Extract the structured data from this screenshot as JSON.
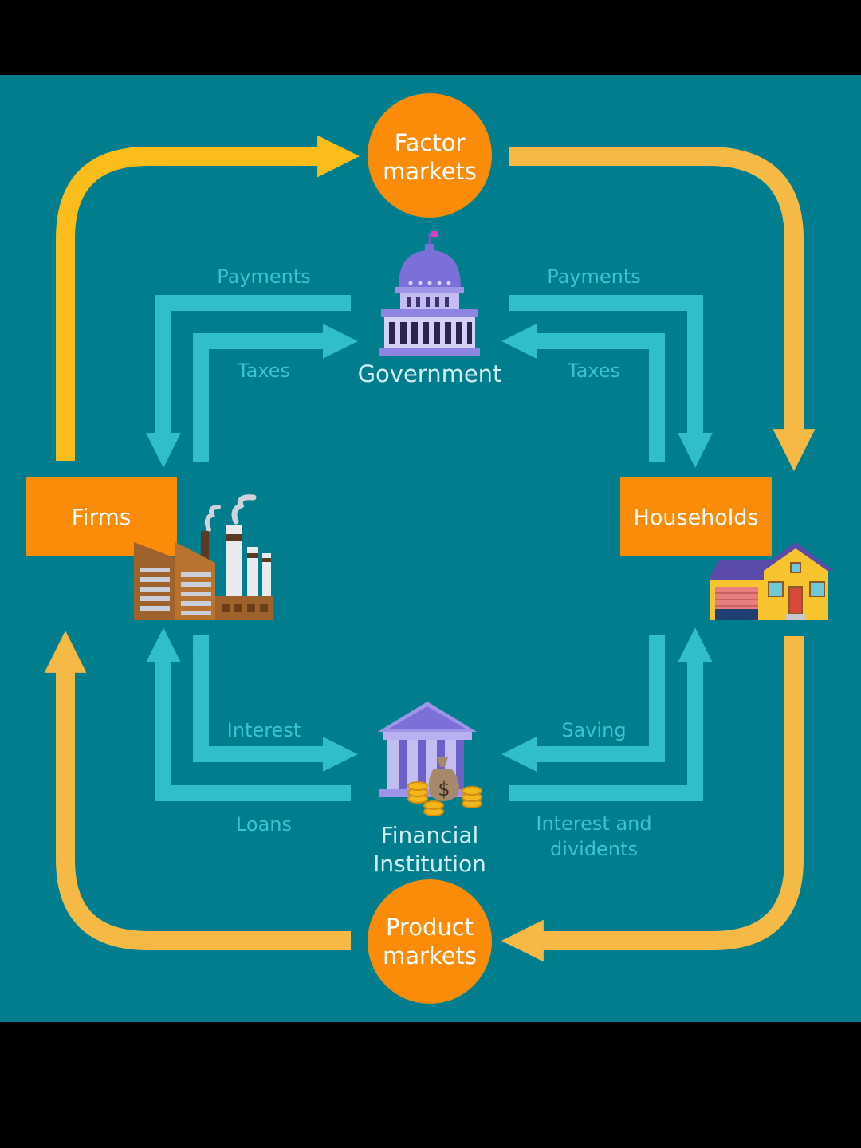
{
  "nodes": {
    "factor_markets": {
      "line1": "Factor",
      "line2": "markets"
    },
    "product_markets": {
      "line1": "Product",
      "line2": "markets"
    },
    "firms": "Firms",
    "households": "Households",
    "government": "Government",
    "financial_institution": {
      "line1": "Financial",
      "line2": "Institution"
    }
  },
  "flows": {
    "gov_payments_firms": "Payments",
    "gov_payments_households": "Payments",
    "firms_taxes": "Taxes",
    "households_taxes": "Taxes",
    "firms_interest": "Interest",
    "households_saving": "Saving",
    "firms_loans": "Loans",
    "households_interest_dividends": {
      "line1": "Interest and",
      "line2": "dividents"
    }
  },
  "colors": {
    "background": "#007e8e",
    "frame": "#000000",
    "market_orange": "#fb8c09",
    "box_orange": "#fb8c09",
    "flow_yellow": "#f7b946",
    "flow_yellow_bright": "#fbbd1a",
    "flow_teal": "#30bfca",
    "label_teal": "#3cc3d0",
    "label_white": "#ffffff",
    "government_label": "#cfeef2"
  },
  "icons": [
    "government-building-icon",
    "factory-icon",
    "house-icon",
    "bank-icon",
    "money-bag-icon",
    "coin-stack-icon"
  ]
}
